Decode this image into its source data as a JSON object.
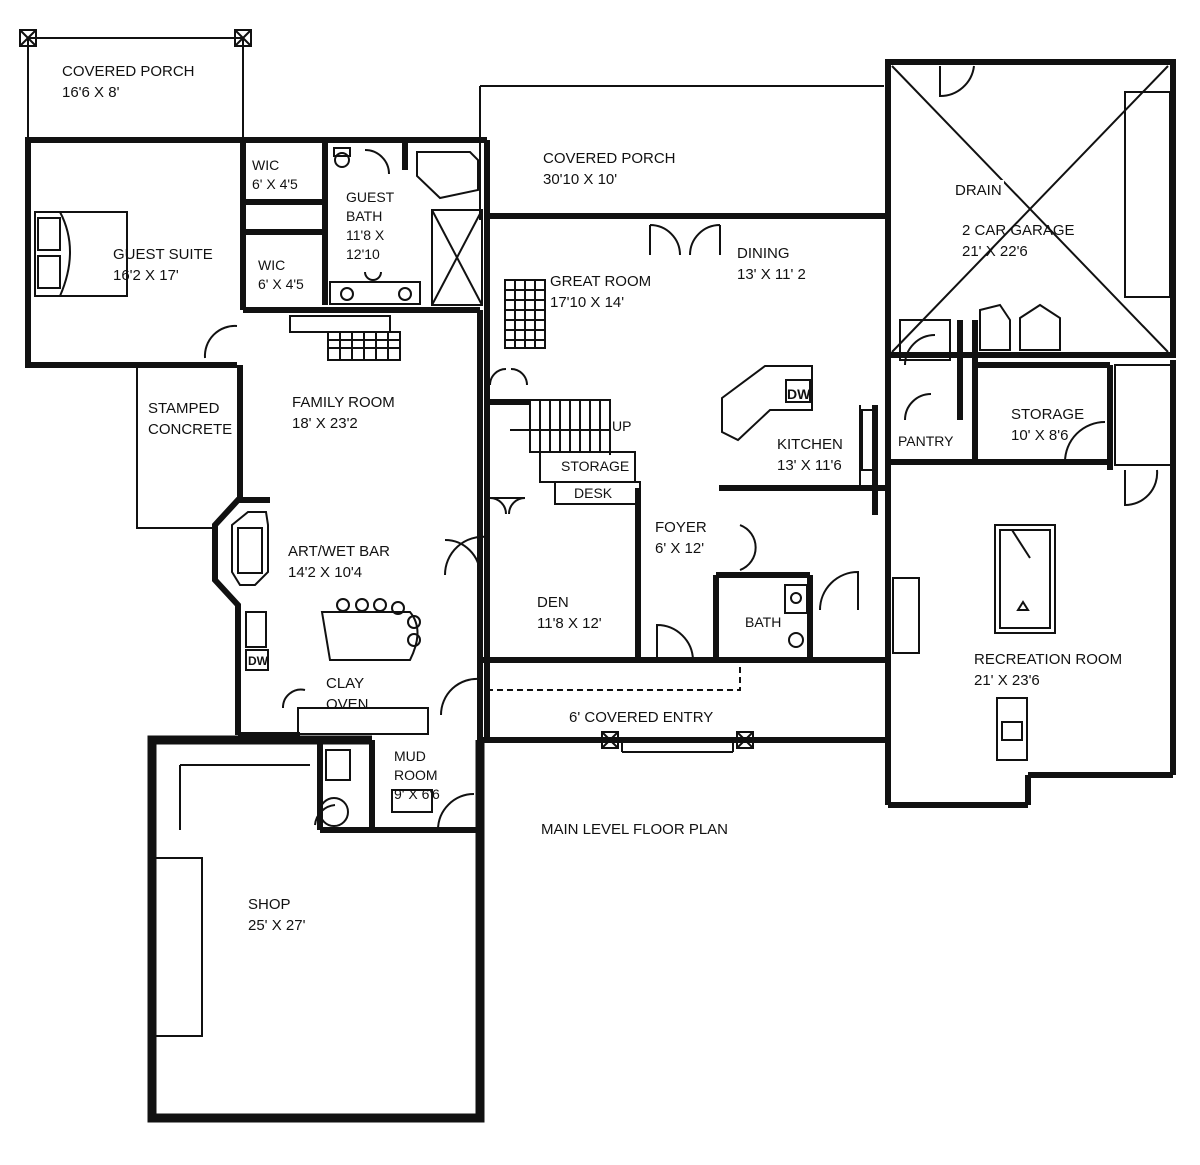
{
  "plan_title": "MAIN LEVEL FLOOR PLAN",
  "rooms": {
    "covered_porch_left": {
      "name": "COVERED PORCH",
      "size": "16'6 X 8'"
    },
    "wic_upper": {
      "name": "WIC",
      "size": "6' X 4'5"
    },
    "guest_bath": {
      "name_line1": "GUEST",
      "name_line2": "BATH",
      "size_line1": "11'8 X",
      "size_line2": "12'10"
    },
    "guest_suite": {
      "name": "GUEST SUITE",
      "size": "16'2 X 17'"
    },
    "wic_lower": {
      "name": "WIC",
      "size": "6' X 4'5"
    },
    "covered_porch_top": {
      "name": "COVERED PORCH",
      "size": "30'10 X 10'"
    },
    "garage": {
      "drain": "DRAIN",
      "name": "2 CAR GARAGE",
      "size": "21' X 22'6"
    },
    "great_room": {
      "name": "GREAT ROOM",
      "size": "17'10 X 14'"
    },
    "dining": {
      "name": "DINING",
      "size": "13' X 11' 2"
    },
    "stamped_concrete": {
      "line1": "STAMPED",
      "line2": "CONCRETE"
    },
    "family_room": {
      "name": "FAMILY ROOM",
      "size": "18' X 23'2"
    },
    "kitchen": {
      "name": "KITCHEN",
      "size": "13' X 11'6",
      "dw": "DW"
    },
    "pantry": {
      "name": "PANTRY"
    },
    "storage_right": {
      "name": "STORAGE",
      "size": "10' X 8'6"
    },
    "storage_stair": {
      "name": "STORAGE"
    },
    "up": "UP",
    "desk": "DESK",
    "foyer": {
      "name": "FOYER",
      "size": "6' X 12'"
    },
    "art_wet_bar": {
      "name": "ART/WET BAR",
      "size": "14'2 X 10'4",
      "dw": "DW"
    },
    "den": {
      "name": "DEN",
      "size": "11'8 X 12'"
    },
    "bath": {
      "name": "BATH"
    },
    "recreation_room": {
      "name": "RECREATION ROOM",
      "size": "21' X 23'6"
    },
    "clay_oven": {
      "line1": "CLAY",
      "line2": "OVEN"
    },
    "covered_entry": {
      "name": "6' COVERED ENTRY"
    },
    "mud_room": {
      "line1": "MUD",
      "line2": "ROOM",
      "size": "9' X 6'6"
    },
    "shop": {
      "name": "SHOP",
      "size": "25' X 27'"
    }
  },
  "colors": {
    "wall": "#111111",
    "line": "#222222",
    "fill": "#ffffff"
  }
}
